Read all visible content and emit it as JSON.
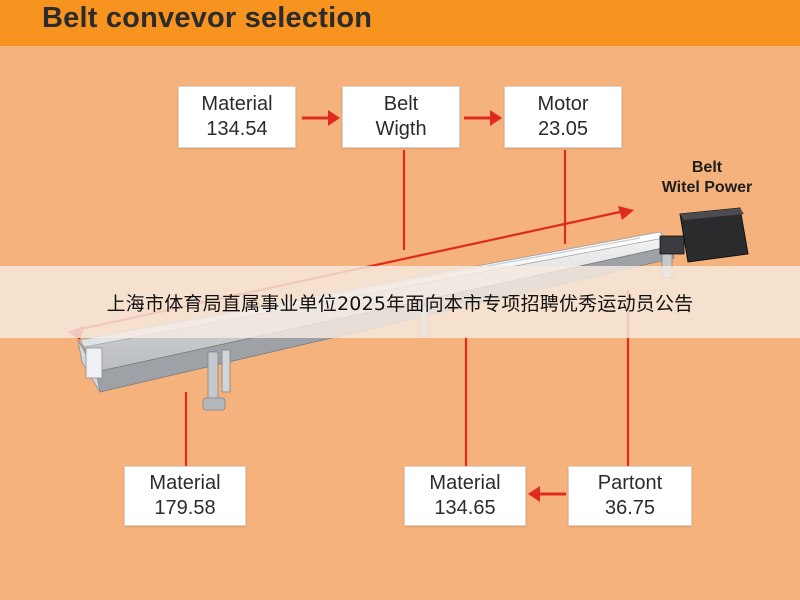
{
  "header": {
    "title": "Belt convevor selection"
  },
  "top_boxes": [
    {
      "line1": "Material",
      "line2": "134.54"
    },
    {
      "line1": "Belt",
      "line2": "Wigth"
    },
    {
      "line1": "Motor",
      "line2": "23.05"
    }
  ],
  "power_label": {
    "line1": "Belt",
    "line2": "Witel Power"
  },
  "bottom_boxes": [
    {
      "line1": "Material",
      "line2": "179.58"
    },
    {
      "line1": "Material",
      "line2": "134.65"
    },
    {
      "line1": "Partont",
      "line2": "36.75"
    }
  ],
  "banner": {
    "text": "上海市体育局直属事业单位2025年面向本市专项招聘优秀运动员公告"
  },
  "colors": {
    "header_bg": "#f7941f",
    "page_bg": "#f6b27c",
    "arrow": "#e02a1e"
  }
}
